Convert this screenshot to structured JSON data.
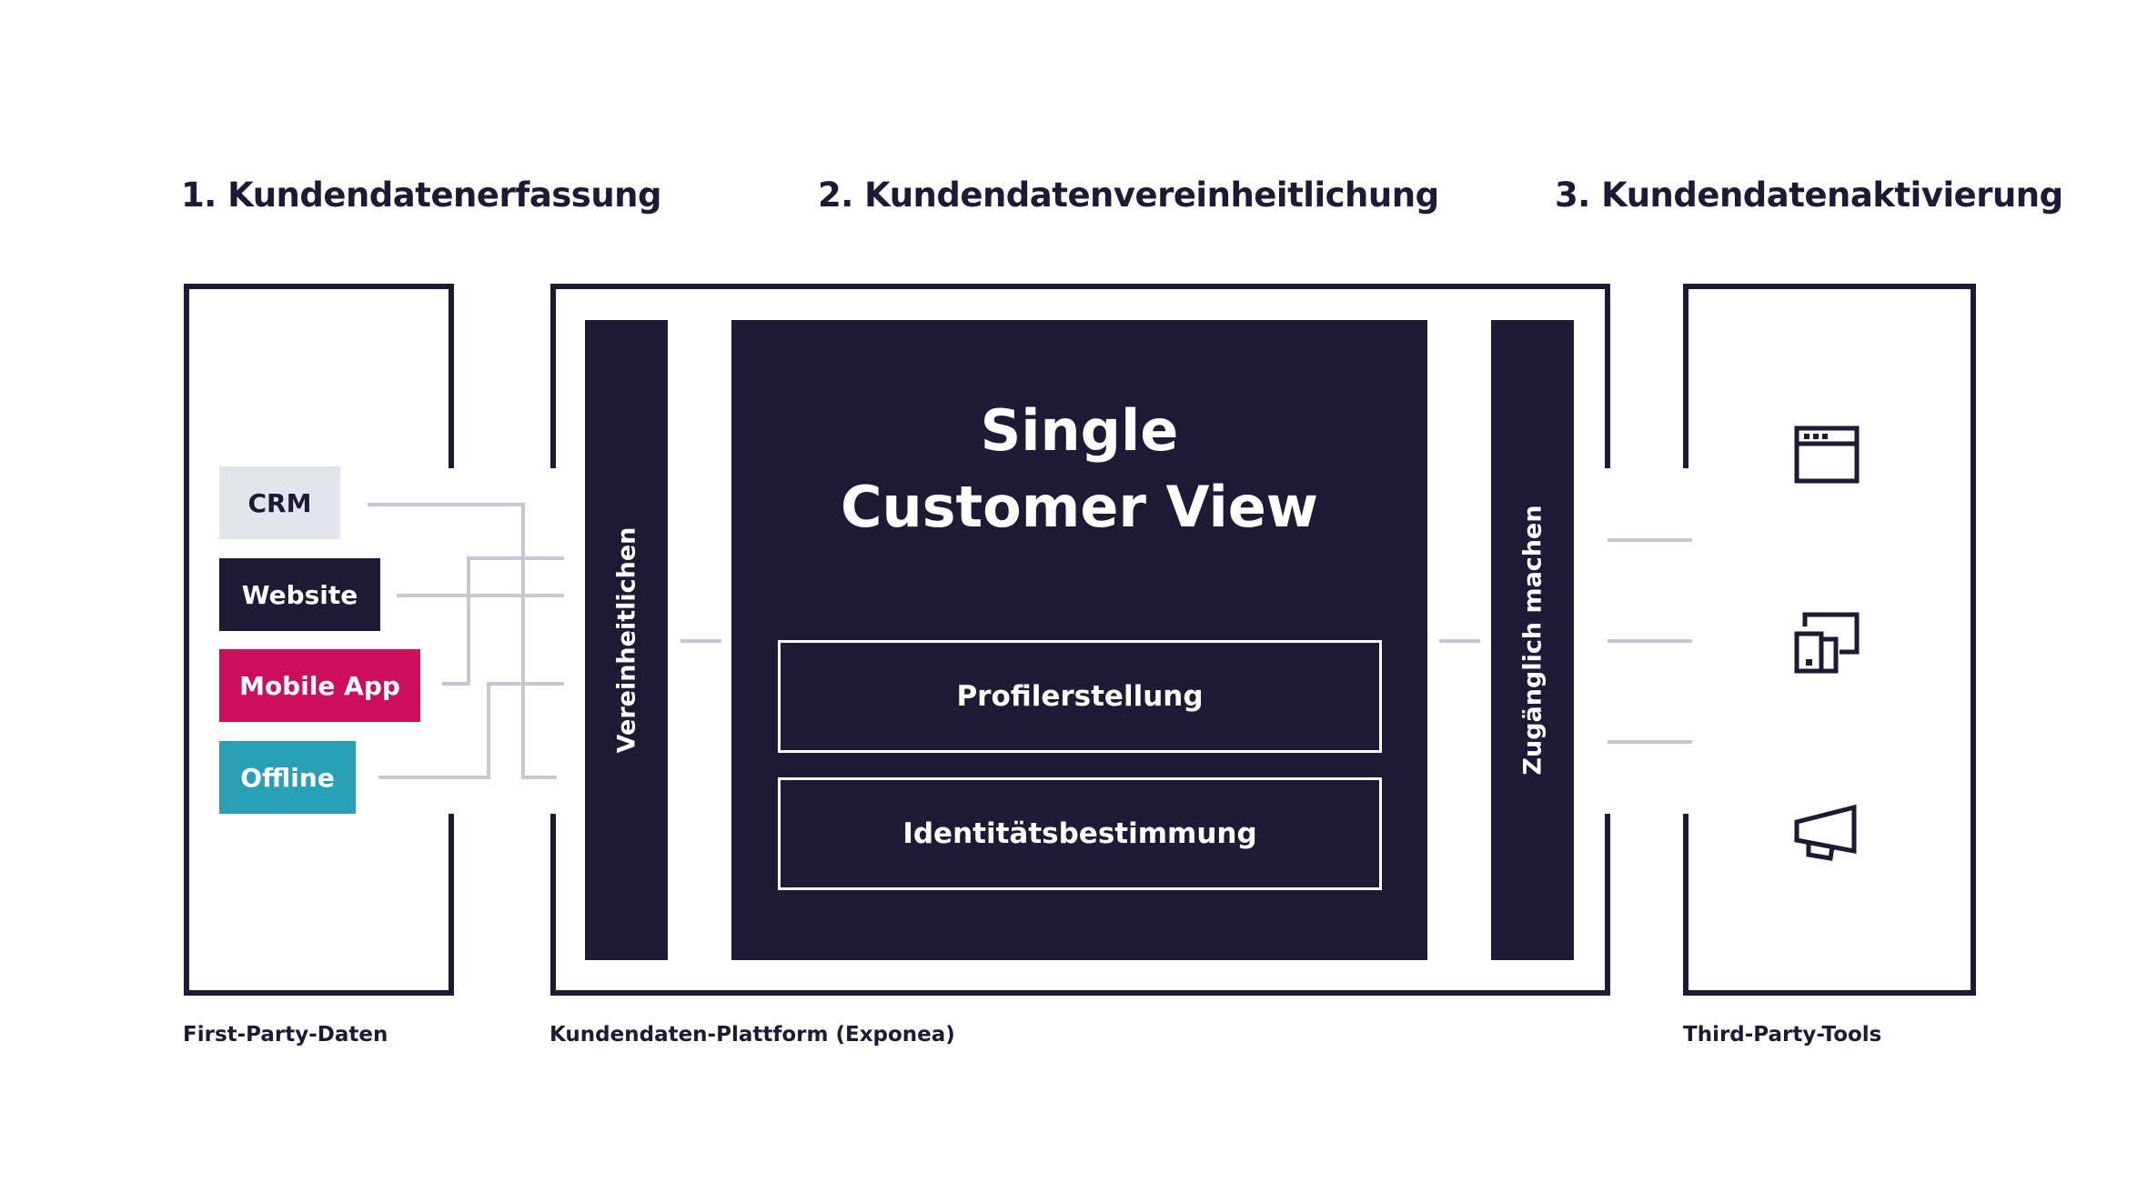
{
  "steps": [
    {
      "label": "1. Kundendatenerfassung"
    },
    {
      "label": "2. Kundendatenvereinheitlichung"
    },
    {
      "label": "3. Kundendatenaktivierung"
    }
  ],
  "sources": [
    {
      "label": "CRM",
      "bg": "#e3e5ec",
      "fg": "#1e1a35"
    },
    {
      "label": "Website",
      "bg": "#1e1a35",
      "fg": "#ffffff"
    },
    {
      "label": "Mobile App",
      "bg": "#cc0e5d",
      "fg": "#ffffff"
    },
    {
      "label": "Offline",
      "bg": "#2aa0b7",
      "fg": "#ffffff"
    }
  ],
  "platform": {
    "unify_label": "Vereinheitlichen",
    "access_label": "Zugänglich machen",
    "scv_line1": "Single",
    "scv_line2": "Customer View",
    "profile_label": "Profilerstellung",
    "identity_label": "Identitätsbestimmung"
  },
  "tools": [
    {
      "icon": "browser-window-icon"
    },
    {
      "icon": "devices-icon"
    },
    {
      "icon": "megaphone-icon"
    }
  ],
  "captions": {
    "first_party": "First-Party-Daten",
    "platform": "Kundendaten-Plattform (Exponea)",
    "third_party": "Third-Party-Tools"
  },
  "colors": {
    "navy": "#1e1a35",
    "connector": "#c5c8d1",
    "crm": "#e3e5ec",
    "mobile": "#cc0e5d",
    "offline": "#2aa0b7"
  }
}
